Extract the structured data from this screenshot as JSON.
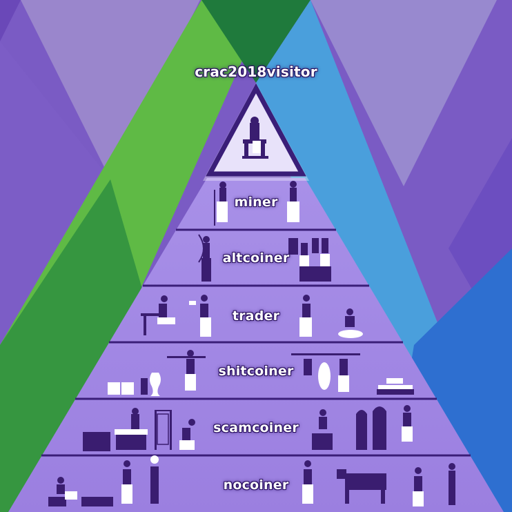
{
  "apex": {
    "label": "crac2018visitor"
  },
  "tiers": [
    {
      "label": "miner"
    },
    {
      "label": "altcoiner"
    },
    {
      "label": "trader"
    },
    {
      "label": "shitcoiner"
    },
    {
      "label": "scamcoiner"
    },
    {
      "label": "nocoiner"
    }
  ],
  "colors": {
    "background": "#7a5bc4",
    "green_band": "#5fba45",
    "dark_green": "#1f7a3c",
    "blue_band": "#4a9fdc",
    "dark_blue": "#2e6fd0",
    "pyramid": "#a58ae6",
    "tier_line": "#3a1e78",
    "figure": "#3a1d70",
    "cloth": "#ffffff"
  }
}
